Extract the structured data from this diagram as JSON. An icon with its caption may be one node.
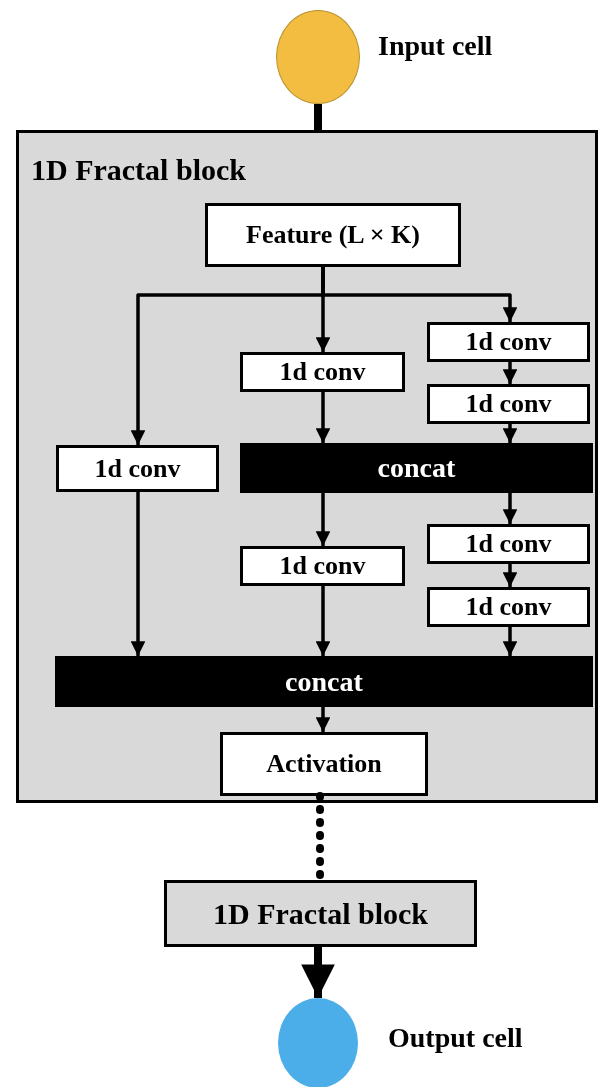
{
  "diagram": {
    "nodes": [
      {
        "text": [],
        "shape": "circle",
        "beside": [
          "Input cell"
        ]
      },
      {
        "text": [
          "1D Fractal block"
        ]
      },
      {
        "text": [
          "Feature (L × K)"
        ],
        "in": 1
      },
      {
        "text": [
          "1d conv"
        ],
        "in": 1
      },
      {
        "text": [
          "1d conv"
        ],
        "in": 1
      },
      {
        "text": [
          "1d conv"
        ],
        "in": 1
      },
      {
        "text": [
          "1d conv"
        ],
        "in": 1
      },
      {
        "text": [
          "concat"
        ],
        "in": 1
      },
      {
        "text": [
          "1d conv"
        ],
        "in": 1
      },
      {
        "text": [
          "1d conv"
        ],
        "in": 1
      },
      {
        "text": [
          "1d conv"
        ],
        "in": 1
      },
      {
        "text": [
          "concat"
        ],
        "in": 1
      },
      {
        "text": [
          "Activation"
        ],
        "in": 1
      },
      {
        "text": [
          "1D Fractal block"
        ]
      },
      {
        "text": [],
        "shape": "circle",
        "beside": [
          "Output cell"
        ]
      }
    ],
    "edges": [
      {
        "from": 0,
        "to": 1,
        "arrow": "none",
        "style": "thick"
      },
      {
        "from": 2,
        "to": 3,
        "arrow": "to"
      },
      {
        "from": 2,
        "to": 4,
        "arrow": "to"
      },
      {
        "from": 2,
        "to": 6,
        "arrow": "to"
      },
      {
        "from": 3,
        "to": 5,
        "arrow": "to"
      },
      {
        "from": 5,
        "to": 7,
        "arrow": "to"
      },
      {
        "from": 4,
        "to": 7,
        "arrow": "to"
      },
      {
        "from": 7,
        "to": 9,
        "arrow": "to"
      },
      {
        "from": 7,
        "to": 8,
        "arrow": "to"
      },
      {
        "from": 8,
        "to": 10,
        "arrow": "to"
      },
      {
        "from": 6,
        "to": 11,
        "arrow": "to"
      },
      {
        "from": 9,
        "to": 11,
        "arrow": "to"
      },
      {
        "from": 10,
        "to": 11,
        "arrow": "to"
      },
      {
        "from": 11,
        "to": 12,
        "arrow": "to"
      },
      {
        "from": 12,
        "to": 13,
        "arrow": "none",
        "style": "dashed"
      },
      {
        "from": 13,
        "to": 14,
        "arrow": "to",
        "style": "thick"
      }
    ]
  }
}
